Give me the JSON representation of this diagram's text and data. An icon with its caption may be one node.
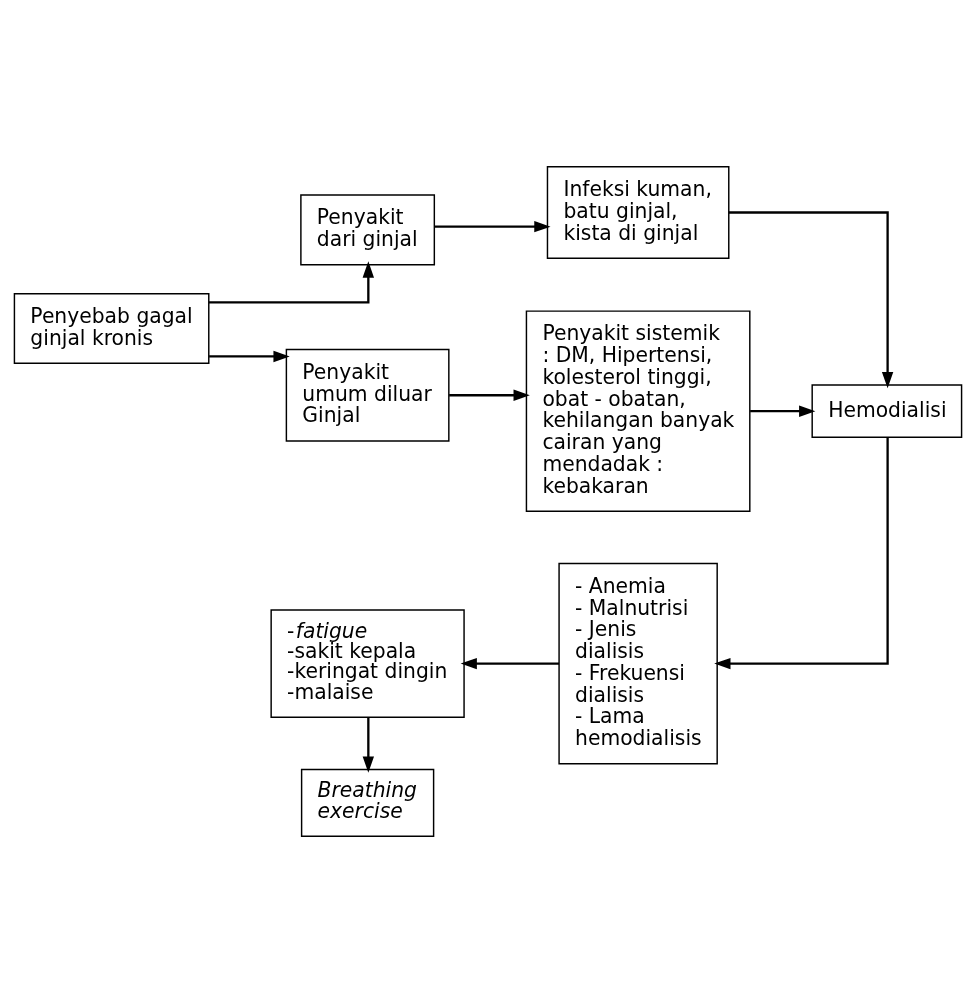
{
  "diagram": {
    "nodes": [
      {
        "text": [
          "Penyebab gagal ginjal kronis"
        ]
      },
      {
        "text": [
          "Penyakit dari ginjal"
        ]
      },
      {
        "text": [
          "Penyakit umum diluar Ginjal"
        ]
      },
      {
        "text": [
          "Infeksi kuman, batu ginjal, kista di ginjal"
        ]
      },
      {
        "text": [
          "Penyakit sistemik : DM, Hipertensi, kolesterol tinggi, obat - obatan, kehilangan banyak cairan yang mendadak : kebakaran"
        ]
      },
      {
        "text": [
          "Hemodialisi"
        ]
      },
      {
        "text": [
          "- Anemia",
          "- Malnutrisi",
          "- Jenis dialisis",
          "- Frekuensi dialisis",
          "- Lama hemodialisis"
        ]
      },
      {
        "text": [
          "-*fatigue*",
          "-sakit kepala",
          "-keringat dingin",
          "-malaise"
        ]
      },
      {
        "text": [
          "Breathing exercise"
        ]
      }
    ],
    "edges": [
      {
        "from": 0,
        "to": 1,
        "arrow": "to"
      },
      {
        "from": 0,
        "to": 2,
        "arrow": "to"
      },
      {
        "from": 1,
        "to": 3,
        "arrow": "to"
      },
      {
        "from": 2,
        "to": 4,
        "arrow": "to"
      },
      {
        "from": 3,
        "to": 5,
        "arrow": "to"
      },
      {
        "from": 4,
        "to": 5,
        "arrow": "to"
      },
      {
        "from": 5,
        "to": 6,
        "arrow": "to"
      },
      {
        "from": 6,
        "to": 7,
        "arrow": "to"
      },
      {
        "from": 7,
        "to": 8,
        "arrow": "to"
      }
    ]
  }
}
